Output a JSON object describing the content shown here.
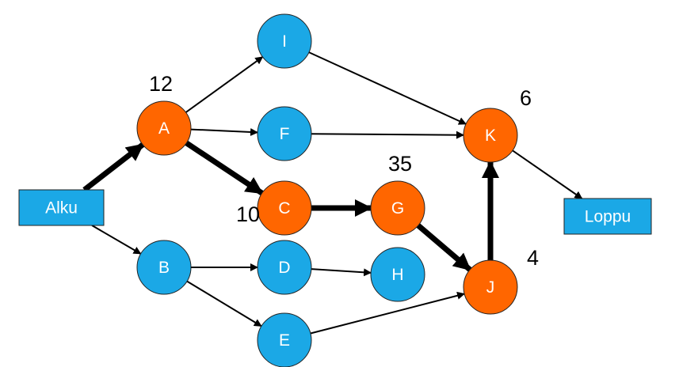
{
  "colors": {
    "normal_node": "#1ba8e6",
    "critical_node": "#ff6600",
    "box_fill": "#1ba8e6",
    "edge": "#000000",
    "outline": "#222222"
  },
  "start": {
    "label": "Alku"
  },
  "end": {
    "label": "Loppu"
  },
  "nodes": [
    {
      "id": "A",
      "label": "A",
      "critical": true,
      "duration": "12"
    },
    {
      "id": "B",
      "label": "B",
      "critical": false,
      "duration": ""
    },
    {
      "id": "C",
      "label": "C",
      "critical": true,
      "duration": "10"
    },
    {
      "id": "D",
      "label": "D",
      "critical": false,
      "duration": ""
    },
    {
      "id": "E",
      "label": "E",
      "critical": false,
      "duration": ""
    },
    {
      "id": "F",
      "label": "F",
      "critical": false,
      "duration": ""
    },
    {
      "id": "G",
      "label": "G",
      "critical": true,
      "duration": "35"
    },
    {
      "id": "H",
      "label": "H",
      "critical": false,
      "duration": ""
    },
    {
      "id": "I",
      "label": "I",
      "critical": false,
      "duration": ""
    },
    {
      "id": "J",
      "label": "J",
      "critical": true,
      "duration": "4"
    },
    {
      "id": "K",
      "label": "K",
      "critical": true,
      "duration": "6"
    }
  ],
  "edges": [
    {
      "from": "Alku",
      "to": "A",
      "critical": true
    },
    {
      "from": "Alku",
      "to": "B",
      "critical": false
    },
    {
      "from": "A",
      "to": "I",
      "critical": false
    },
    {
      "from": "A",
      "to": "F",
      "critical": false
    },
    {
      "from": "A",
      "to": "C",
      "critical": true
    },
    {
      "from": "I",
      "to": "K",
      "critical": false
    },
    {
      "from": "F",
      "to": "K",
      "critical": false
    },
    {
      "from": "C",
      "to": "G",
      "critical": true
    },
    {
      "from": "G",
      "to": "J",
      "critical": true
    },
    {
      "from": "B",
      "to": "D",
      "critical": false
    },
    {
      "from": "B",
      "to": "E",
      "critical": false
    },
    {
      "from": "D",
      "to": "H",
      "critical": false
    },
    {
      "from": "E",
      "to": "J",
      "critical": false
    },
    {
      "from": "J",
      "to": "K",
      "critical": true
    },
    {
      "from": "K",
      "to": "Loppu",
      "critical": false
    }
  ]
}
